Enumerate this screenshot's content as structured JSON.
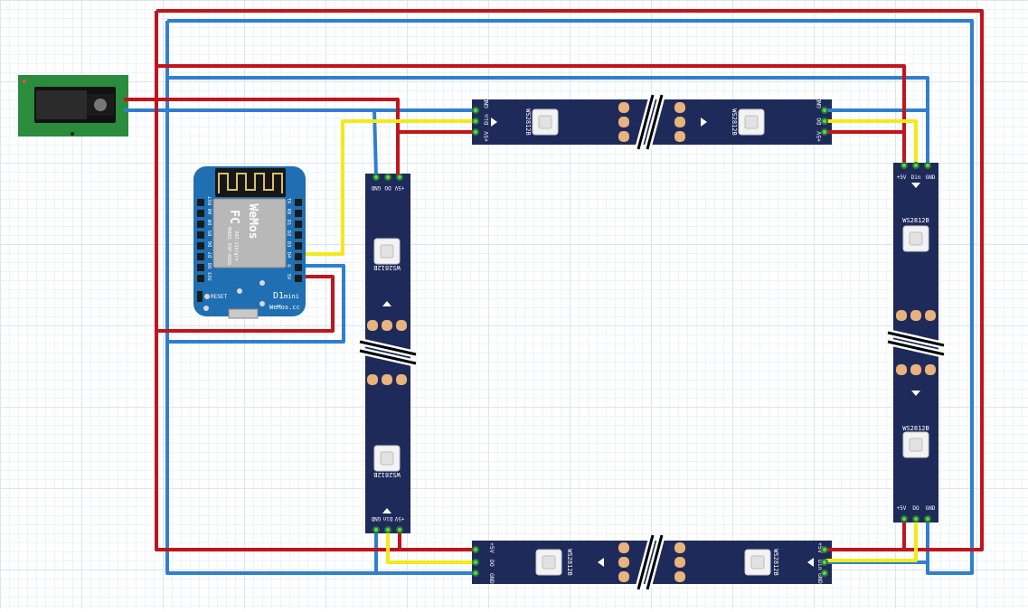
{
  "colors": {
    "strip": "#1e2a5a",
    "vcc_wire": "#c0151b",
    "gnd_wire": "#2f7fd0",
    "data_wire": "#f2ea1a",
    "pad": "#e8b37c",
    "board": "#1f6fb2",
    "jack_pcb": "#2a8c3c"
  },
  "icons": [
    "dc-jack-icon",
    "wifi-antenna-icon",
    "led-chip-icon",
    "arrow-icon"
  ],
  "d1mini": {
    "brand": "WeMos",
    "model_line1": "MODEL ESP-8266",
    "model_line2": "802.11b/g/n",
    "fc_mark": "FC",
    "title": "D1",
    "title_suffix": "mini",
    "site": "WeMos.cc",
    "reset_label": "RESET",
    "left_pins": [
      "RST",
      "A0",
      "D0",
      "D5",
      "D6",
      "D7",
      "D8",
      "3V3"
    ],
    "right_pins": [
      "TX",
      "RX",
      "D1",
      "D2",
      "D3",
      "D4",
      "G",
      "5V"
    ]
  },
  "strip": {
    "chip_label": "WS2812B",
    "pad_vcc": "+5V",
    "pad_din": "Din",
    "pad_do": "DO",
    "pad_gnd": "GND"
  }
}
